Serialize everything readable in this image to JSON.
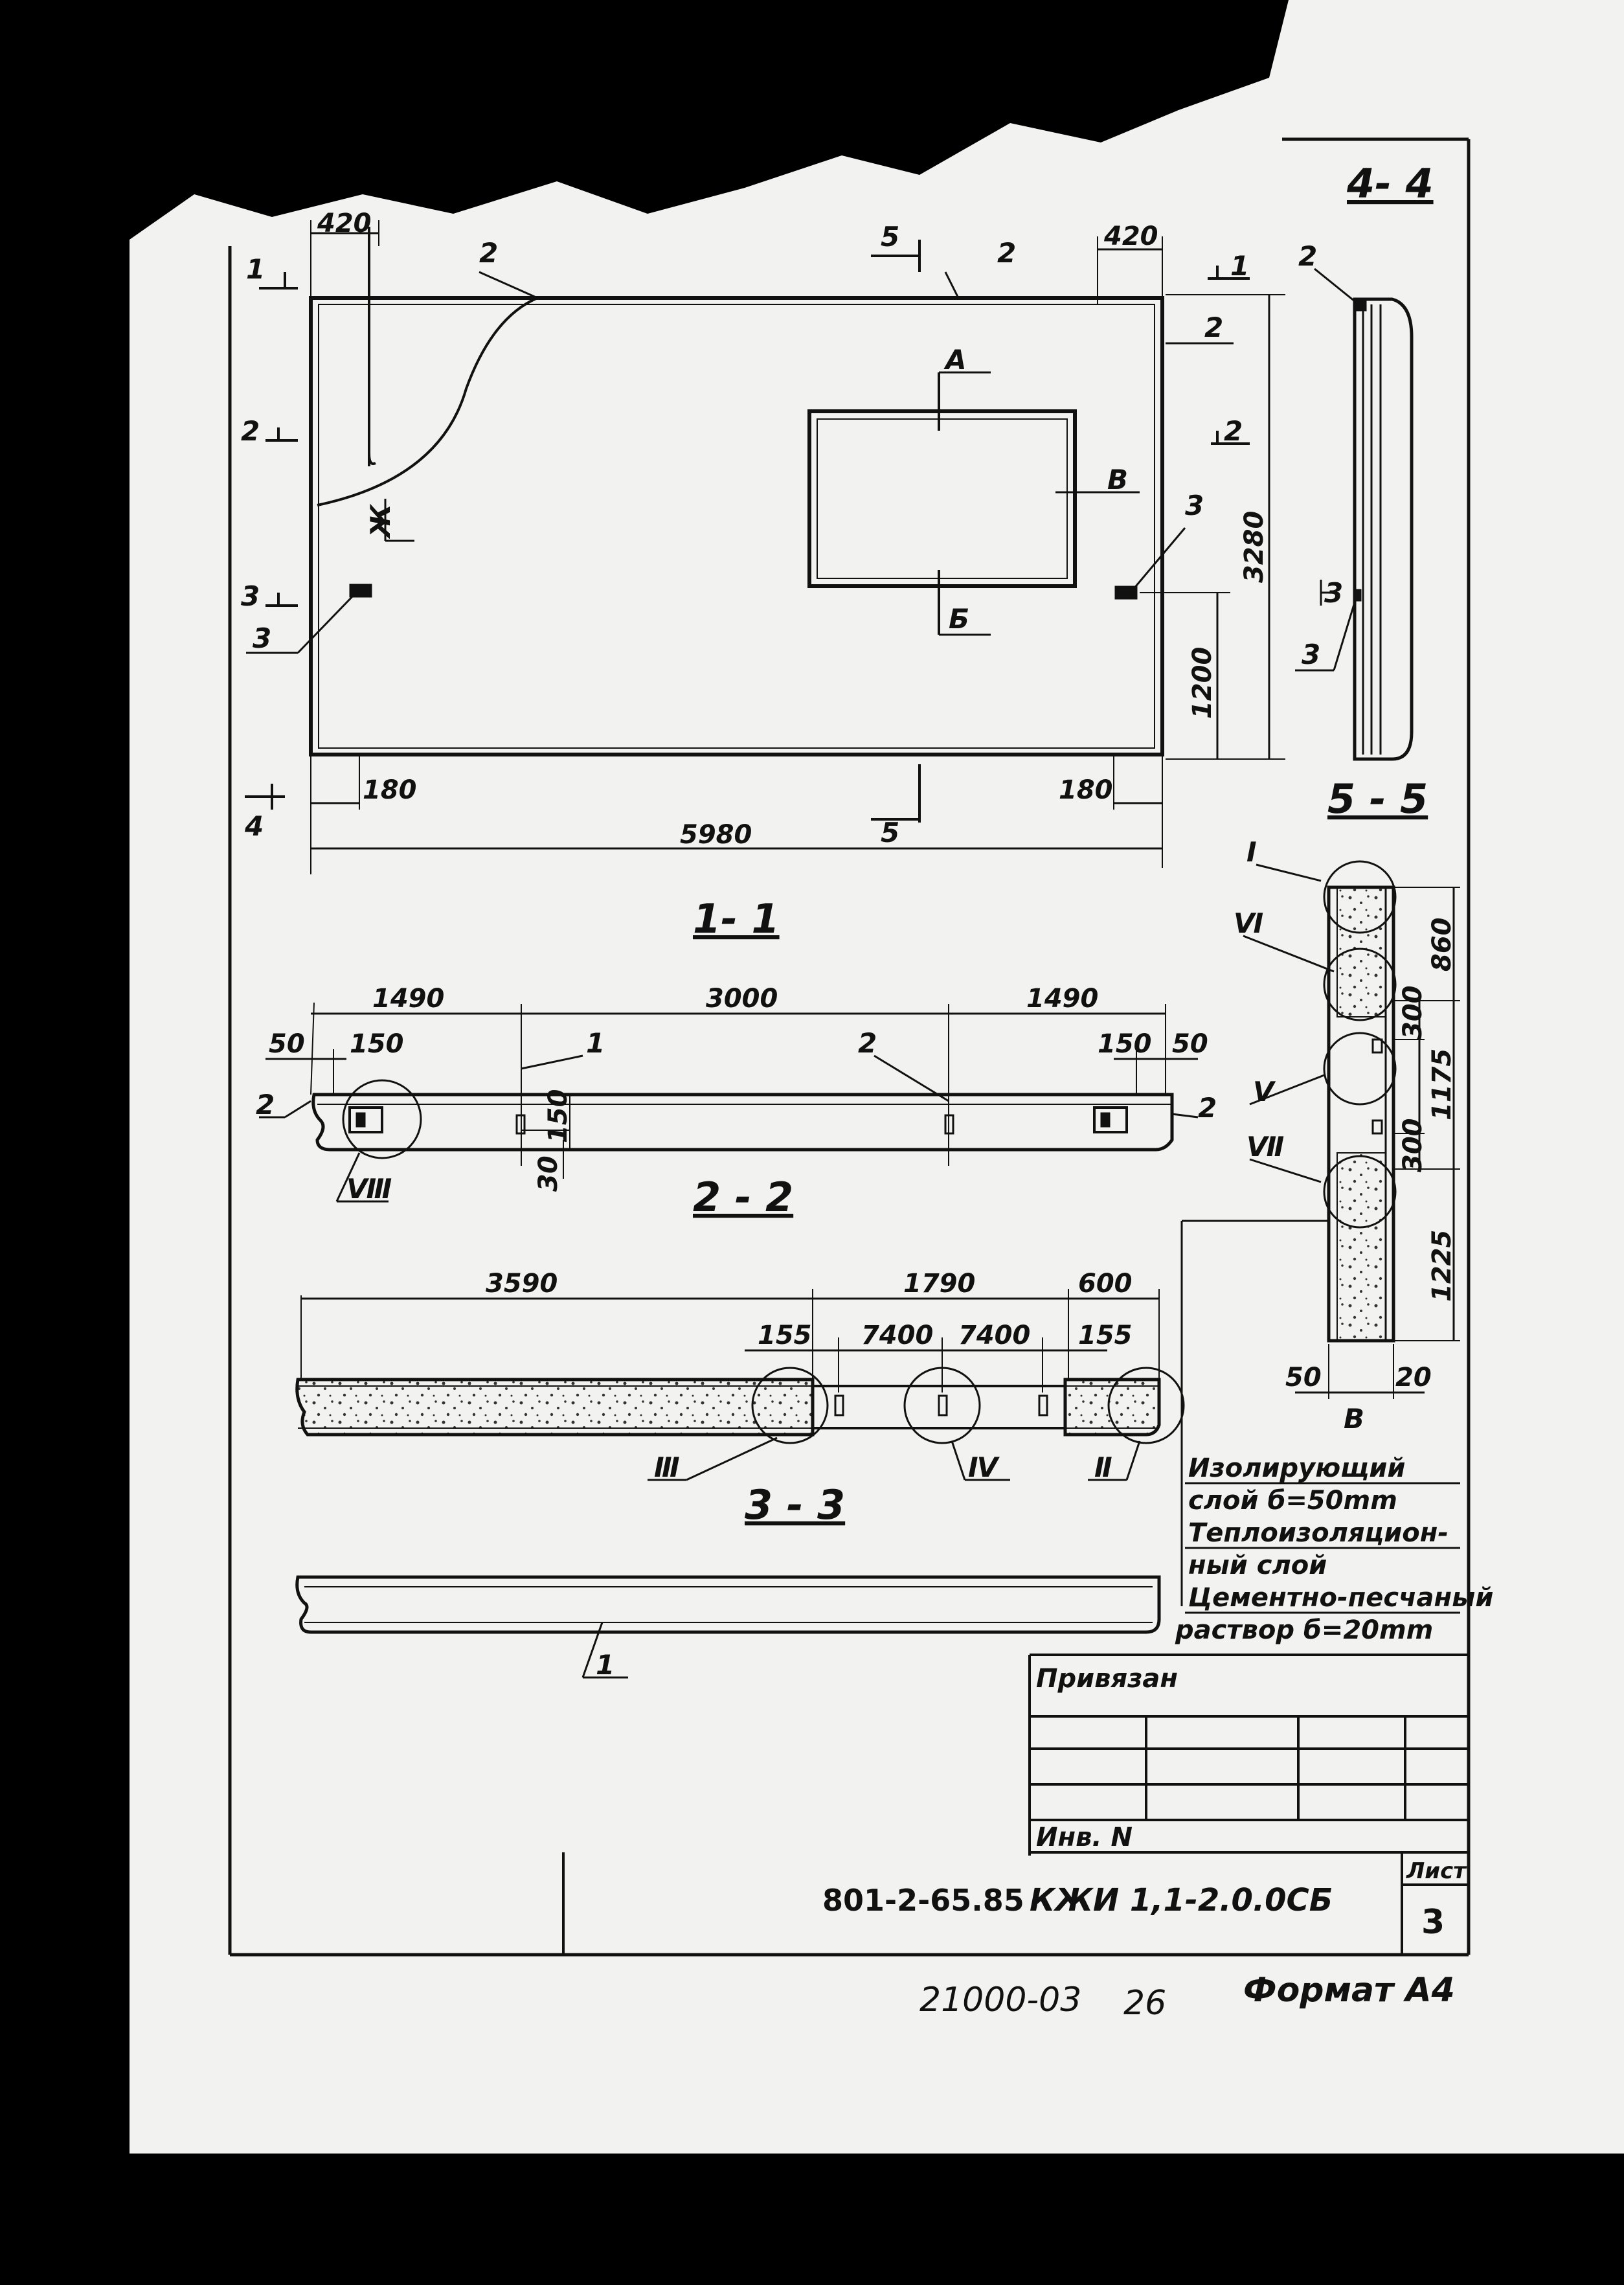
{
  "drawing": {
    "sections": {
      "s11": "1- 1",
      "s22": "2 - 2",
      "s33": "3 - 3",
      "s44": "4- 4",
      "s55": "5 - 5"
    },
    "plan": {
      "dim_420_left": "420",
      "dim_420_right": "420",
      "dim_180_left": "180",
      "dim_180_right": "180",
      "dim_5980": "5980",
      "dim_3280": "3280",
      "dim_1200": "1200",
      "cut_1_left": "1",
      "cut_2_left": "2",
      "cut_3_left": "3",
      "cut_4": "4",
      "cut_5_top": "5",
      "cut_5_bottom": "5",
      "cut_1_right": "1",
      "cut_2_right": "2",
      "lbl_2_top_left": "2",
      "lbl_2_top_mid": "2",
      "lbl_2_right": "2",
      "lbl_3_left": "3",
      "lbl_3_right": "3",
      "lbl_A": "А",
      "lbl_B": "Б",
      "lbl_V": "В",
      "lbl_Zh": "Ж"
    },
    "s22": {
      "d1490_left": "1490",
      "d3000": "3000",
      "d1490_right": "1490",
      "d50_left": "50",
      "d150_left": "150",
      "d150_right": "150",
      "d50_right": "50",
      "d150_v": "150",
      "d30": "30",
      "l1": "1",
      "l2_mid": "2",
      "l2_left": "2",
      "l2_right": "2",
      "l_VIII": "Ⅷ"
    },
    "s33": {
      "d3590": "3590",
      "d1790": "1790",
      "d600": "600",
      "d155_left": "155",
      "d7400_a": "7400",
      "d7400_b": "7400",
      "d155_right": "155",
      "l_III": "Ⅲ",
      "l_IV": "Ⅳ",
      "l_II": "Ⅱ"
    },
    "s44": {
      "l2": "2",
      "l3": "3",
      "cut3": "3"
    },
    "s55": {
      "d860": "860",
      "d300_a": "300",
      "d1175": "1175",
      "d300_b": "300",
      "d1225": "1225",
      "d50": "50",
      "d20": "20",
      "dB": "В",
      "l_I": "Ⅰ",
      "l_VI": "Ⅵ",
      "l_V": "Ⅴ",
      "l_VII": "Ⅶ"
    },
    "elev_label": "1",
    "notes": [
      "Изолирующий",
      "слой б=50mm",
      "Теплоизоляцион-",
      "ный слой",
      "Цементно-песчаный",
      "раствор б=20mm"
    ],
    "stamp": {
      "privyazan": "Привязан",
      "inv_no": "Инв. N",
      "code": "801-2-65.85",
      "designation": "КЖИ 1,1-2.0.0СБ",
      "sheet_label": "Лист",
      "sheet_no": "3"
    },
    "bottom": {
      "order_no": "21000-03",
      "page_no": "26",
      "format": "Формат А4"
    }
  }
}
